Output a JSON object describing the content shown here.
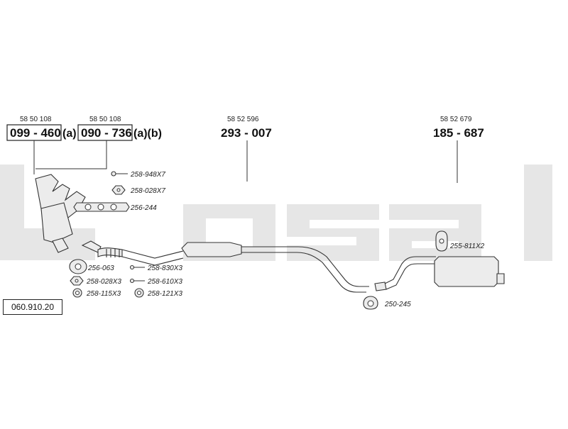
{
  "watermark": {
    "text": "bosal"
  },
  "catalog_number": "060.910.20",
  "callouts": [
    {
      "ref": "58 50 108",
      "part": "099 - 460",
      "suffix": "(a)"
    },
    {
      "ref": "58 50 108",
      "part": "090 - 736",
      "suffix": "(a)(b)"
    },
    {
      "ref": "58 52 596",
      "part": "293 - 007",
      "suffix": ""
    },
    {
      "ref": "58 52 679",
      "part": "185 - 687",
      "suffix": ""
    }
  ],
  "fittings": [
    {
      "label": "258-948X7",
      "icon": "bolt-icon"
    },
    {
      "label": "258-028X7",
      "icon": "nut-icon"
    },
    {
      "label": "256-244",
      "icon": "gasket-icon"
    },
    {
      "label": "256-063",
      "icon": "gasket-ring-icon"
    },
    {
      "label": "258-830X3",
      "icon": "bolt-icon"
    },
    {
      "label": "258-028X3",
      "icon": "nut-icon"
    },
    {
      "label": "258-610X3",
      "icon": "bolt-icon"
    },
    {
      "label": "258-115X3",
      "icon": "washer-icon"
    },
    {
      "label": "258-121X3",
      "icon": "washer-icon"
    },
    {
      "label": "255-811X2",
      "icon": "rubber-mount-icon"
    },
    {
      "label": "250-245",
      "icon": "clamp-icon"
    }
  ]
}
